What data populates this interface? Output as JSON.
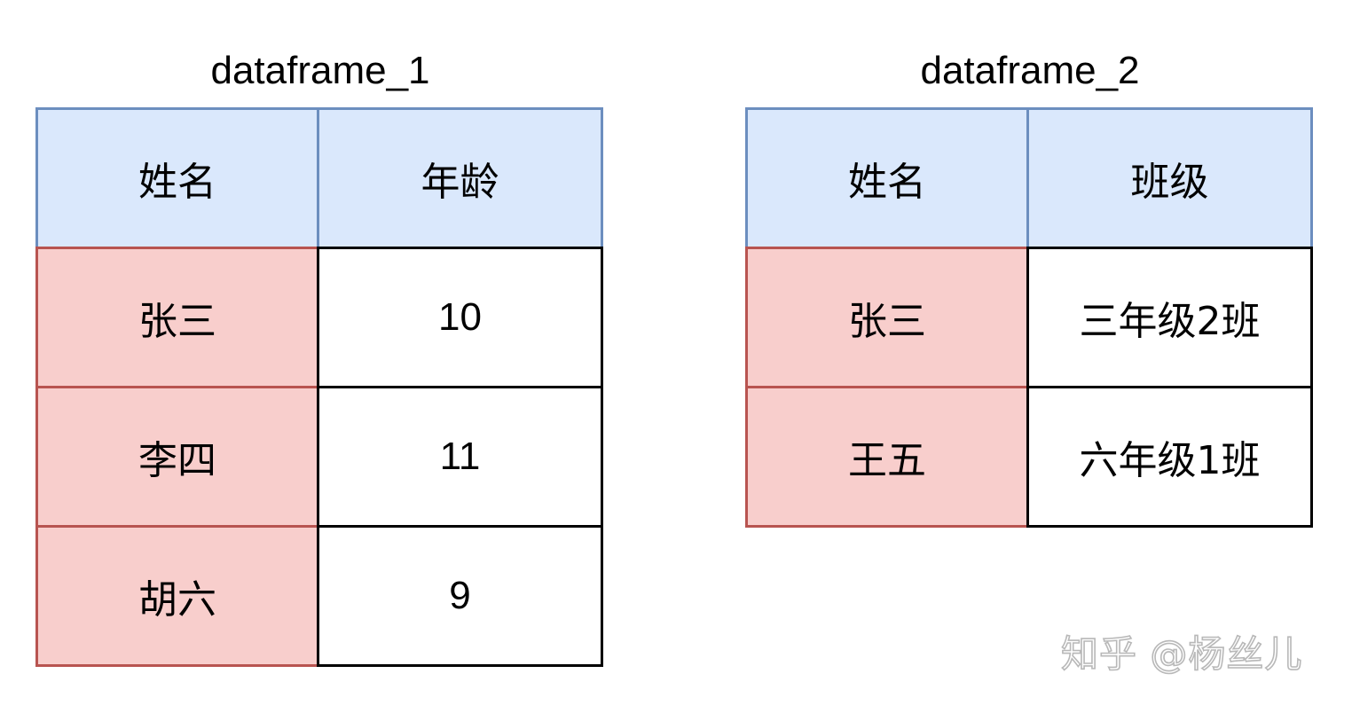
{
  "dataframes": [
    {
      "title": "dataframe_1",
      "headers": [
        "姓名",
        "年龄"
      ],
      "rows": [
        [
          "张三",
          "10"
        ],
        [
          "李四",
          "11"
        ],
        [
          "胡六",
          "9"
        ]
      ]
    },
    {
      "title": "dataframe_2",
      "headers": [
        "姓名",
        "班级"
      ],
      "rows": [
        [
          "张三",
          "三年级2班"
        ],
        [
          "王五",
          "六年级1班"
        ]
      ]
    }
  ],
  "watermark": "知乎 @杨丝儿",
  "colors": {
    "header_fill": "#dae8fc",
    "header_border": "#6c8ebf",
    "key_fill": "#f8cecc",
    "key_border": "#b85450",
    "value_fill": "#ffffff",
    "value_border": "#000000"
  }
}
